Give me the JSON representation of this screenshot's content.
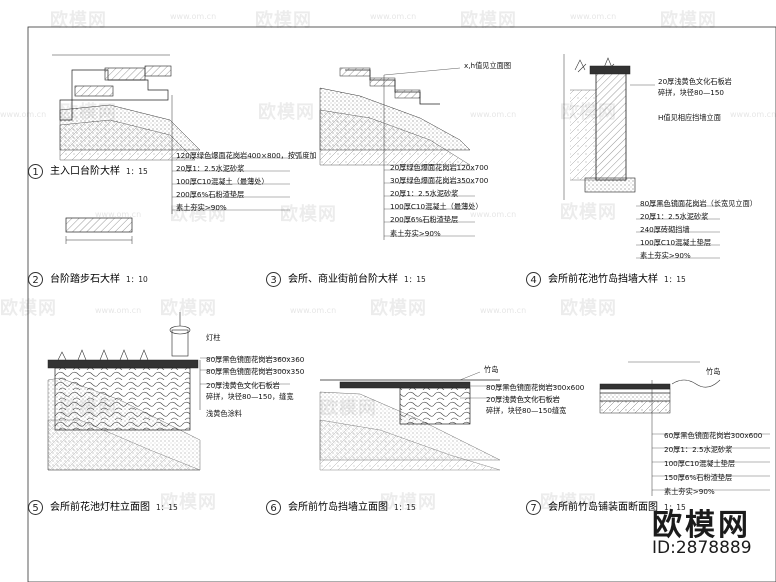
{
  "watermark": {
    "logo": "欧模网",
    "url": "www.om.cn"
  },
  "brand": {
    "name": "欧模网",
    "id": "ID:2878889"
  },
  "details": [
    {
      "num": "1",
      "title": "主入口台阶大样",
      "scale": "1：15",
      "notes": [
        "120厚绿色爆面花岗岩400×800，按弧度加",
        "20厚1：2.5水泥砂浆",
        "100厚C10混凝土（最薄处）",
        "200厚6%石粉渣垫层",
        "素土夯实>90%"
      ]
    },
    {
      "num": "2",
      "title": "台阶踏步石大样",
      "scale": "1：10"
    },
    {
      "num": "3",
      "title": "会所、商业街前台阶大样",
      "scale": "1：15",
      "top_note": "x,h值见立面图",
      "notes": [
        "20厚绿色爆面花岗岩120x700",
        "30厚绿色爆面花岗岩350x700",
        "20厚1：2.5水泥砂浆",
        "100厚C10混凝土（最薄处）",
        "200厚6%石粉渣垫层",
        "素土夯实>90%"
      ]
    },
    {
      "num": "4",
      "title": "会所前花池竹岛挡墙大样",
      "scale": "1：15",
      "top_notes": [
        "20厚浅黄色文化石板岩",
        "碎拼，块径80—150",
        "H值见相应挡墙立面"
      ],
      "notes": [
        "80厚黑色镜面花岗岩（长宽见立面）",
        "20厚1：2.5水泥砂浆",
        "240厚砖砌挡墙",
        "100厚C10混凝土垫层",
        "素土夯实>90%"
      ]
    },
    {
      "num": "5",
      "title": "会所前花池灯柱立面图",
      "scale": "1：15",
      "top_note": "灯柱",
      "notes": [
        "80厚黑色镜面花岗岩360x360",
        "80厚黑色镜面花岗岩300x350",
        "20厚浅黄色文化石板岩",
        "碎拼，块径80—150，缝宽",
        "浅黄色涂料"
      ]
    },
    {
      "num": "6",
      "title": "会所前竹岛挡墙立面图",
      "scale": "1：15",
      "top_note": "竹岛",
      "notes": [
        "80厚黑色镜面花岗岩300x600",
        "20厚浅黄色文化石板岩",
        "碎拼，块径80—150缝宽"
      ]
    },
    {
      "num": "7",
      "title": "会所前竹岛铺装面断面图",
      "scale": "1：15",
      "top_note": "竹岛",
      "notes": [
        "60厚黑色镜面花岗岩300x600",
        "20厚1：2.5水泥砂浆",
        "100厚C10混凝土垫层",
        "150厚6%石粉渣垫层",
        "素土夯实>90%"
      ]
    }
  ]
}
